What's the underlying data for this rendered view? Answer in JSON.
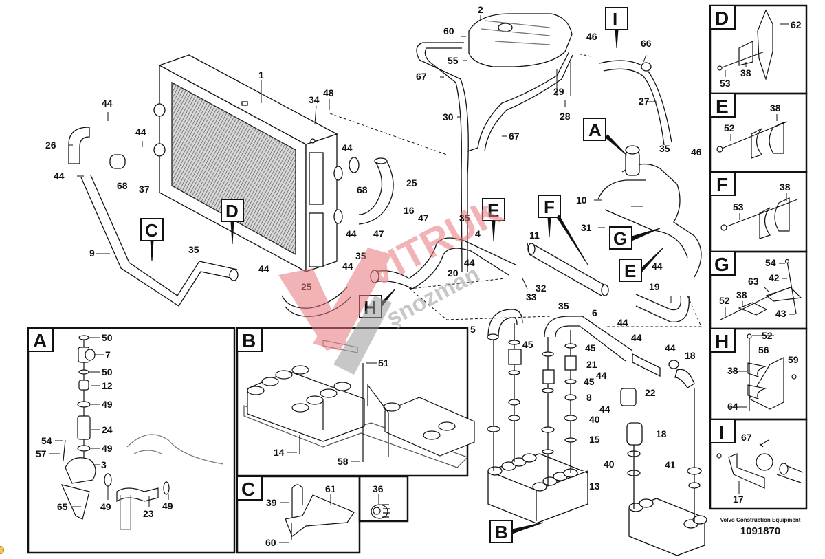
{
  "document": {
    "publisher": "Volvo Construction Equipment",
    "drawing_number": "1091870",
    "type": "exploded parts diagram - cooling system (radiator, expansion tank, hoses, oil coolers)"
  },
  "watermark": {
    "text_primary": "VITRUK",
    "text_secondary": "şnozman",
    "colors": {
      "red": "#e9767e",
      "gray": "#9a9a9a"
    }
  },
  "main_callouts": [
    {
      "id": "1",
      "text": "1"
    },
    {
      "id": "2",
      "text": "2"
    },
    {
      "id": "4",
      "text": "4"
    },
    {
      "id": "5",
      "text": "5"
    },
    {
      "id": "6",
      "text": "6"
    },
    {
      "id": "9",
      "text": "9"
    },
    {
      "id": "10",
      "text": "10"
    },
    {
      "id": "11",
      "text": "11"
    },
    {
      "id": "13",
      "text": "13"
    },
    {
      "id": "15",
      "text": "15"
    },
    {
      "id": "16",
      "text": "16"
    },
    {
      "id": "18a",
      "text": "18"
    },
    {
      "id": "18b",
      "text": "18"
    },
    {
      "id": "19",
      "text": "19"
    },
    {
      "id": "20",
      "text": "20"
    },
    {
      "id": "21",
      "text": "21"
    },
    {
      "id": "22a",
      "text": "22"
    },
    {
      "id": "22b",
      "text": "22"
    },
    {
      "id": "25a",
      "text": "25"
    },
    {
      "id": "25b",
      "text": "25"
    },
    {
      "id": "26",
      "text": "26"
    },
    {
      "id": "27",
      "text": "27"
    },
    {
      "id": "28",
      "text": "28"
    },
    {
      "id": "29",
      "text": "29"
    },
    {
      "id": "30",
      "text": "30"
    },
    {
      "id": "31",
      "text": "31"
    },
    {
      "id": "32",
      "text": "32"
    },
    {
      "id": "33",
      "text": "33"
    },
    {
      "id": "34",
      "text": "34"
    },
    {
      "id": "35a",
      "text": "35"
    },
    {
      "id": "35b",
      "text": "35"
    },
    {
      "id": "35c",
      "text": "35"
    },
    {
      "id": "35d",
      "text": "35"
    },
    {
      "id": "35e",
      "text": "35"
    },
    {
      "id": "37",
      "text": "37"
    },
    {
      "id": "40a",
      "text": "40"
    },
    {
      "id": "40b",
      "text": "40"
    },
    {
      "id": "41",
      "text": "41"
    },
    {
      "id": "44a",
      "text": "44"
    },
    {
      "id": "44b",
      "text": "44"
    },
    {
      "id": "44c",
      "text": "44"
    },
    {
      "id": "44d",
      "text": "44"
    },
    {
      "id": "44e",
      "text": "44"
    },
    {
      "id": "44f",
      "text": "44"
    },
    {
      "id": "44g",
      "text": "44"
    },
    {
      "id": "44h",
      "text": "44"
    },
    {
      "id": "44i",
      "text": "44"
    },
    {
      "id": "44j",
      "text": "44"
    },
    {
      "id": "44k",
      "text": "44"
    },
    {
      "id": "44l",
      "text": "44"
    },
    {
      "id": "44m",
      "text": "44"
    },
    {
      "id": "44n",
      "text": "44"
    },
    {
      "id": "45a",
      "text": "45"
    },
    {
      "id": "45b",
      "text": "45"
    },
    {
      "id": "45c",
      "text": "45"
    },
    {
      "id": "46a",
      "text": "46"
    },
    {
      "id": "46b",
      "text": "46"
    },
    {
      "id": "47a",
      "text": "47"
    },
    {
      "id": "47b",
      "text": "47"
    },
    {
      "id": "48",
      "text": "48"
    },
    {
      "id": "55",
      "text": "55"
    },
    {
      "id": "60",
      "text": "60"
    },
    {
      "id": "66",
      "text": "66"
    },
    {
      "id": "67a",
      "text": "67"
    },
    {
      "id": "67b",
      "text": "67"
    },
    {
      "id": "68a",
      "text": "68"
    },
    {
      "id": "68b",
      "text": "68"
    },
    {
      "id": "8",
      "text": "8"
    }
  ],
  "reference_flags": [
    {
      "id": "A",
      "text": "A"
    },
    {
      "id": "B",
      "text": "B"
    },
    {
      "id": "C",
      "text": "C"
    },
    {
      "id": "D",
      "text": "D"
    },
    {
      "id": "E1",
      "text": "E"
    },
    {
      "id": "E2",
      "text": "E"
    },
    {
      "id": "F",
      "text": "F"
    },
    {
      "id": "G",
      "text": "G"
    },
    {
      "id": "H",
      "text": "H"
    },
    {
      "id": "I",
      "text": "I"
    }
  ],
  "insets": {
    "A": {
      "letter": "A",
      "callouts": [
        "50",
        "7",
        "50",
        "12",
        "49",
        "24",
        "54",
        "57",
        "49",
        "3",
        "65",
        "49",
        "23",
        "49"
      ]
    },
    "B": {
      "letter": "B",
      "callouts": [
        "51",
        "14",
        "58"
      ]
    },
    "C": {
      "letter": "C",
      "callouts": [
        "39",
        "61",
        "60"
      ]
    },
    "36": {
      "letter": "",
      "callouts": [
        "36"
      ]
    },
    "D": {
      "letter": "D",
      "callouts": [
        "62",
        "38",
        "53"
      ]
    },
    "E": {
      "letter": "E",
      "callouts": [
        "38",
        "52"
      ]
    },
    "F": {
      "letter": "F",
      "callouts": [
        "38",
        "53"
      ]
    },
    "G": {
      "letter": "G",
      "callouts": [
        "54",
        "42",
        "63",
        "38",
        "52",
        "43"
      ]
    },
    "H": {
      "letter": "H",
      "callouts": [
        "52",
        "56",
        "59",
        "38",
        "64"
      ]
    },
    "I": {
      "letter": "I",
      "callouts": [
        "67",
        "17"
      ]
    }
  }
}
